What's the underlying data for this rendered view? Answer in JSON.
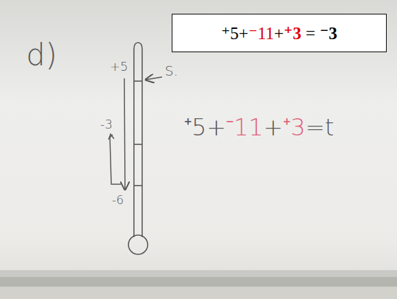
{
  "diagram": {
    "nodes": [
      {
        "text": [
          "⁺5+",
          "⁻11",
          "+",
          "⁺3",
          " = ",
          "⁻3"
        ]
      }
    ],
    "labels": [
      "d)",
      "+5",
      "S.",
      "-3",
      "-6",
      "⁺5+",
      "⁻11",
      "+",
      "⁺3",
      "=",
      "t"
    ]
  }
}
